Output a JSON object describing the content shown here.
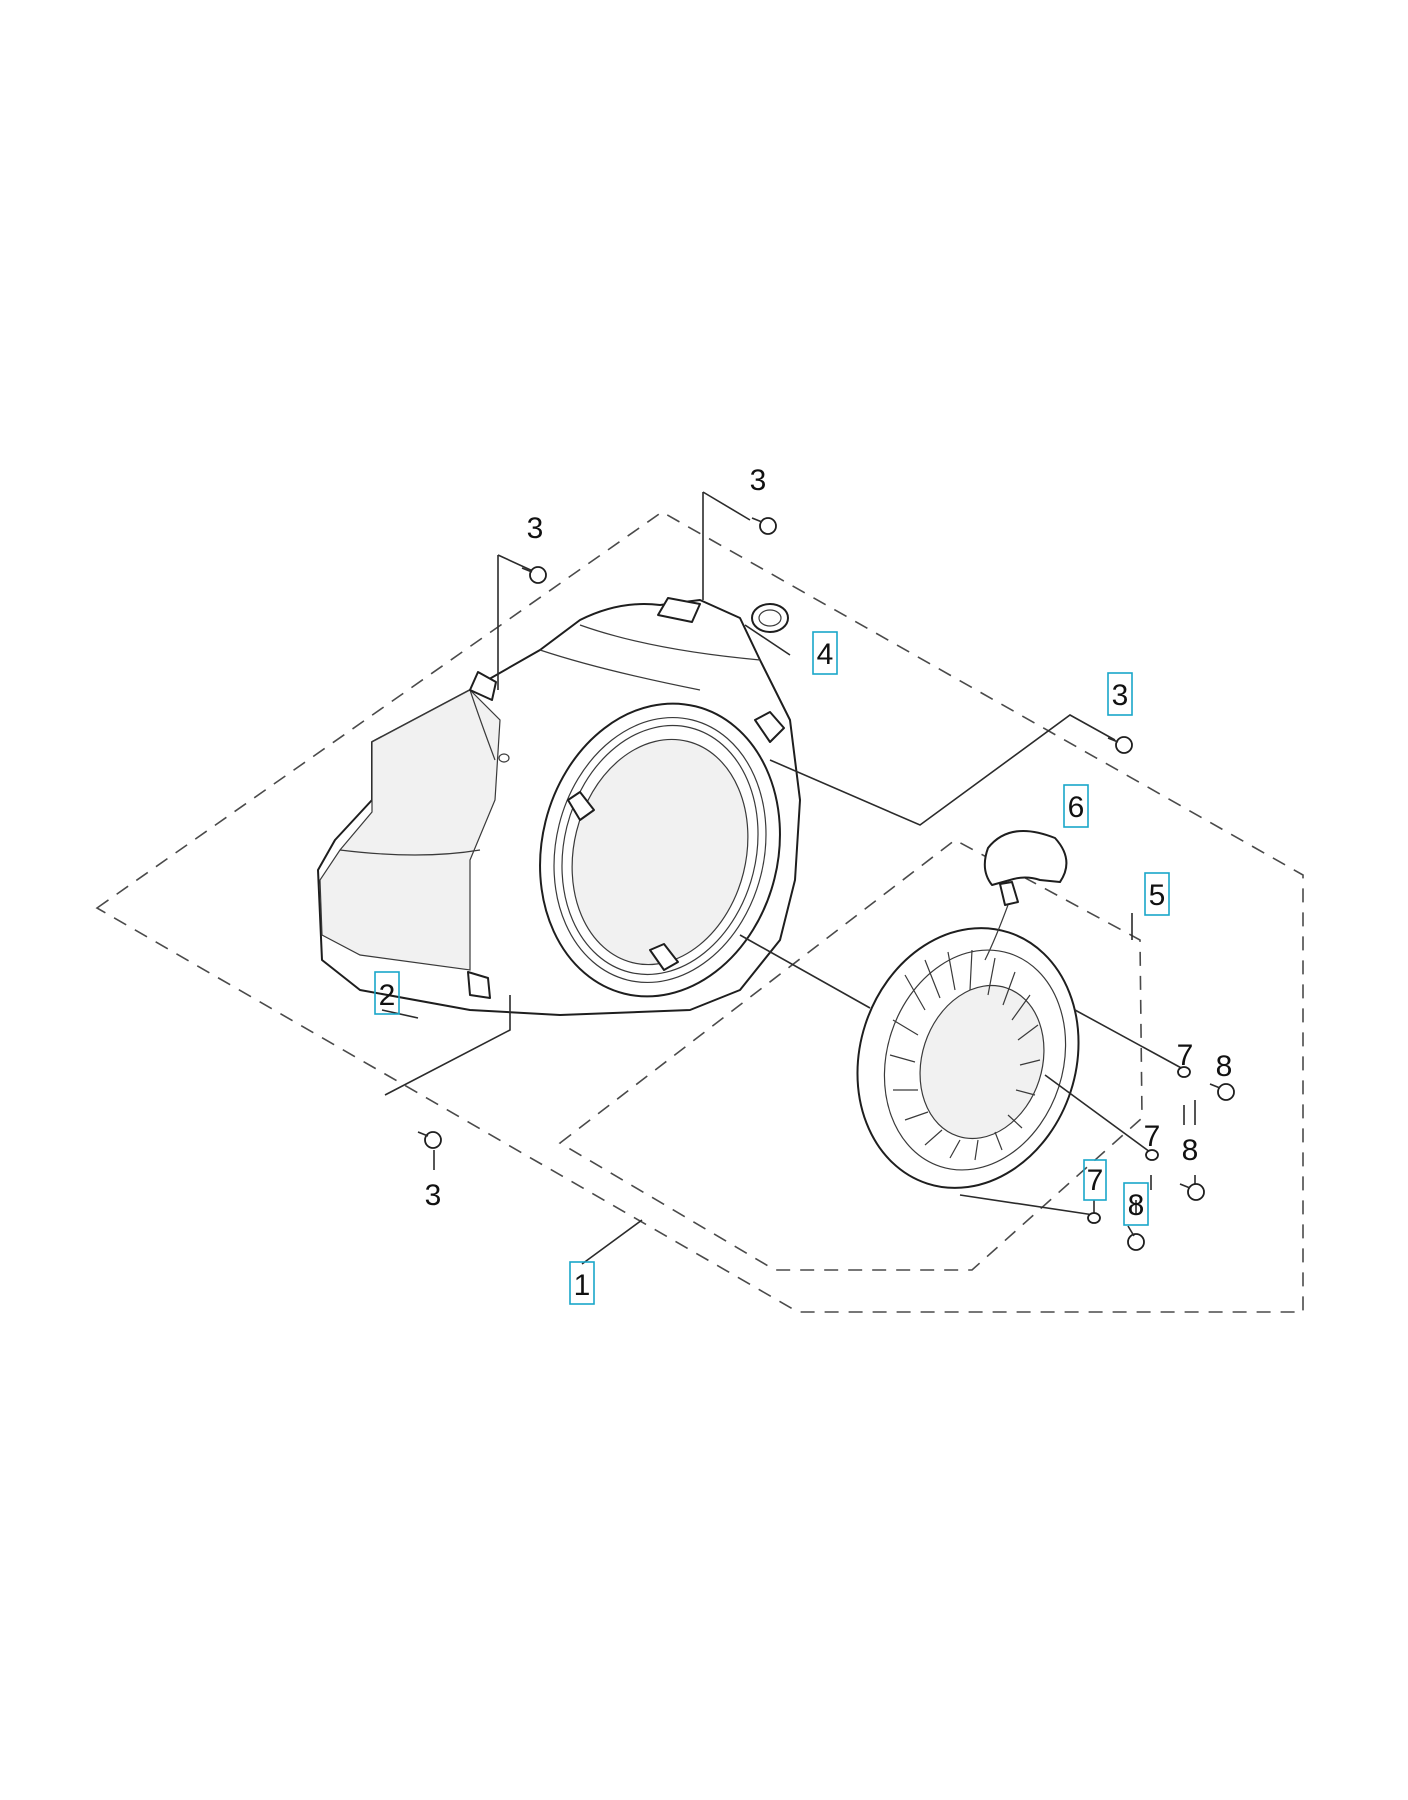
{
  "colors": {
    "line": "#2b2b2b",
    "highlight_box": "#19a7c9",
    "background": "#ffffff"
  },
  "callouts": [
    {
      "id": "1",
      "text": "1",
      "boxed": true
    },
    {
      "id": "2",
      "text": "2",
      "boxed": true
    },
    {
      "id": "3a",
      "text": "3",
      "boxed": false
    },
    {
      "id": "3b",
      "text": "3",
      "boxed": false
    },
    {
      "id": "3c",
      "text": "3",
      "boxed": true
    },
    {
      "id": "3d",
      "text": "3",
      "boxed": false
    },
    {
      "id": "4",
      "text": "4",
      "boxed": true
    },
    {
      "id": "5",
      "text": "5",
      "boxed": true
    },
    {
      "id": "6",
      "text": "6",
      "boxed": true
    },
    {
      "id": "7a",
      "text": "7",
      "boxed": false
    },
    {
      "id": "7b",
      "text": "7",
      "boxed": false
    },
    {
      "id": "7c",
      "text": "7",
      "boxed": true
    },
    {
      "id": "8a",
      "text": "8",
      "boxed": false
    },
    {
      "id": "8b",
      "text": "8",
      "boxed": false
    },
    {
      "id": "8c",
      "text": "8",
      "boxed": true
    }
  ]
}
